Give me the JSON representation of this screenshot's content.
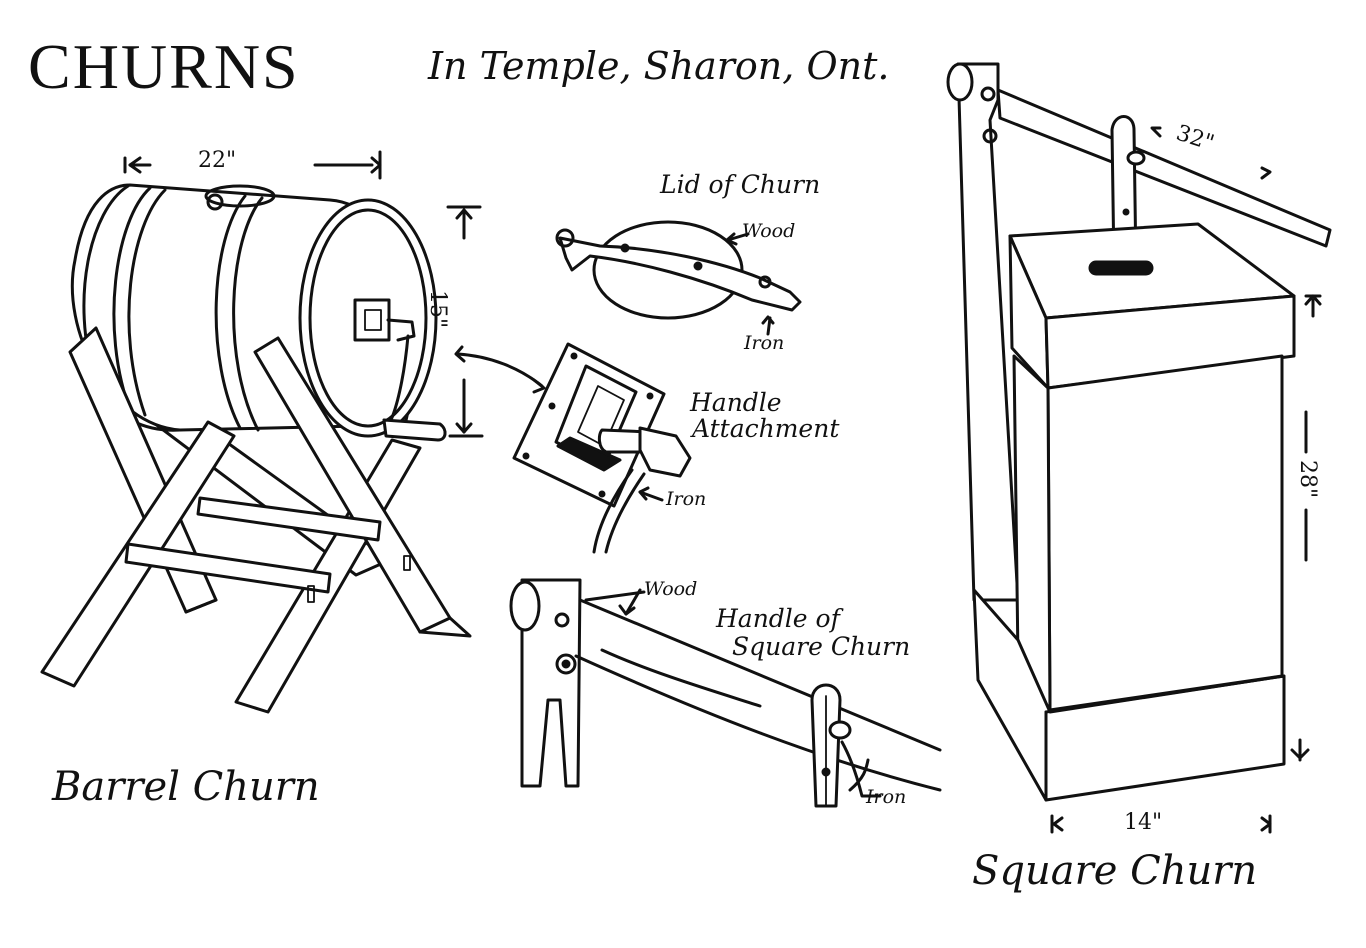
{
  "title": "CHURNS",
  "subtitle": "In Temple, Sharon, Ont.",
  "barrel_churn": {
    "caption": "Barrel Churn",
    "width_dim": "22\"",
    "height_dim": "15\""
  },
  "lid": {
    "caption": "Lid of Churn",
    "wood_label": "Wood",
    "iron_label": "Iron"
  },
  "handle_attachment": {
    "caption_line1": "Handle",
    "caption_line2": "Attachment",
    "iron_label": "Iron"
  },
  "handle_square": {
    "caption_line1": "Handle of",
    "caption_line2": "Square Churn",
    "wood_label": "Wood",
    "iron_label": "Iron"
  },
  "square_churn": {
    "caption": "Square Churn",
    "handle_dim": "32\"",
    "height_dim": "28\"",
    "width_dim": "14\""
  }
}
